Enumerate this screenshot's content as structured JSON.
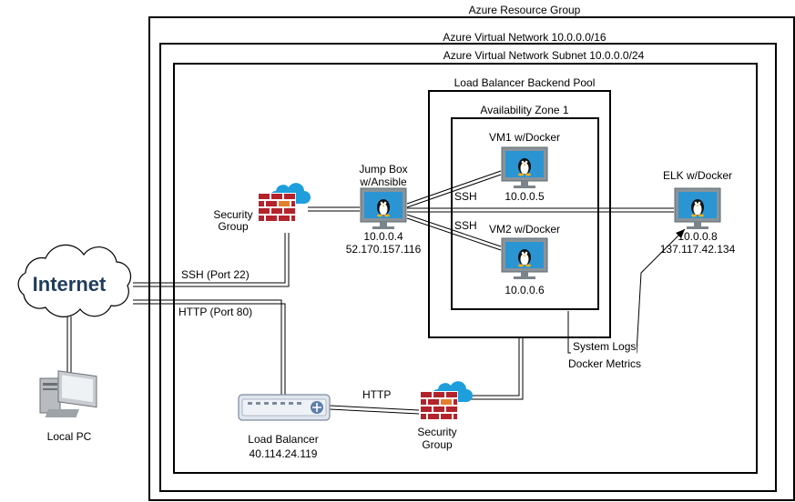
{
  "containers": {
    "resource_group": "Azure Resource Group",
    "vnet": "Azure Virtual Network 10.0.0.0/16",
    "subnet": "Azure Virtual Network Subnet 10.0.0.0/24",
    "backend_pool": "Load Balancer Backend Pool",
    "availability_zone": "Availability Zone 1"
  },
  "nodes": {
    "internet": "Internet",
    "local_pc": "Local PC",
    "security_group_top": {
      "line1": "Security",
      "line2": "Group"
    },
    "security_group_bottom": {
      "line1": "Security",
      "line2": "Group"
    },
    "jump_box": {
      "line1": "Jump Box",
      "line2": "w/Ansible",
      "ip": "10.0.0.4",
      "public_ip": "52.170.157.116"
    },
    "vm1": {
      "name": "VM1 w/Docker",
      "ip": "10.0.0.5"
    },
    "vm2": {
      "name": "VM2 w/Docker",
      "ip": "10.0.0.6"
    },
    "elk": {
      "name": "ELK w/Docker",
      "ip": "10.0.0.8",
      "public_ip": "137.117.42.134"
    },
    "load_balancer": {
      "name": "Load Balancer",
      "ip": "40.114.24.119"
    }
  },
  "edges": {
    "ssh_port": "SSH (Port 22)",
    "http_port": "HTTP (Port 80)",
    "ssh_vm1": "SSH",
    "ssh_vm2": "SSH",
    "http_lb": "HTTP",
    "system_logs": "System Logs",
    "docker_metrics": "Docker Metrics"
  },
  "colors": {
    "firewall": "#b3232c",
    "cloud": "#1e9fdc",
    "monitor_bezel": "#8a9399",
    "monitor_screen": "#2b95d4",
    "lb_body": "#dfe6ef"
  }
}
